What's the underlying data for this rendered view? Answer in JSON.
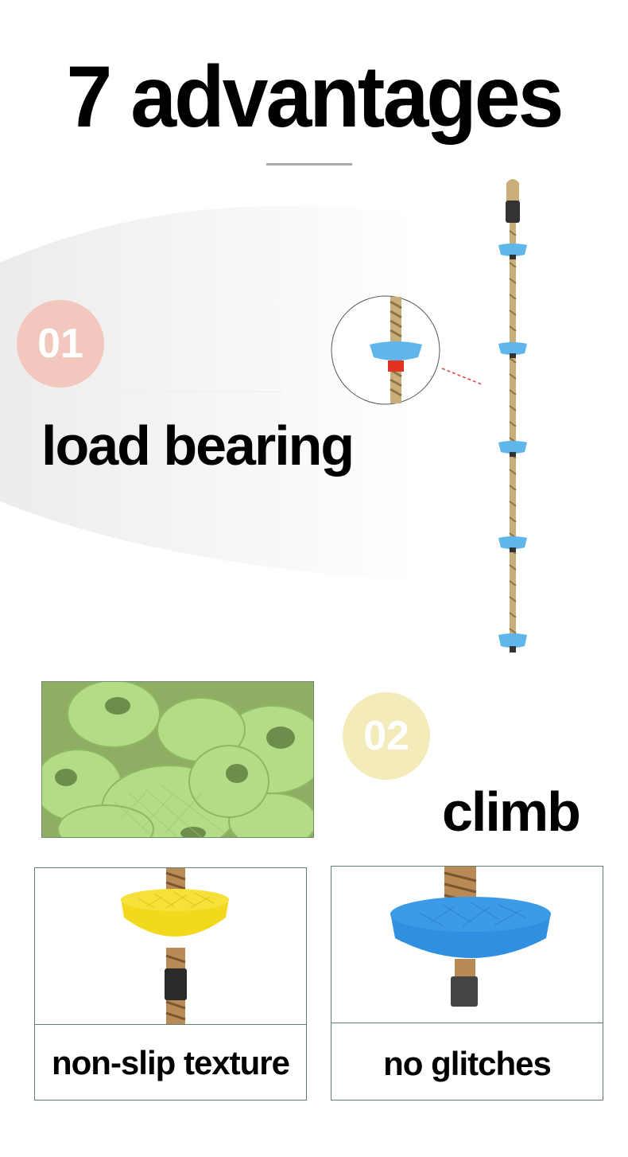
{
  "header": {
    "title": "7 advantages"
  },
  "features": [
    {
      "number": "01",
      "label": "load bearing"
    },
    {
      "number": "02",
      "label": "climb"
    }
  ],
  "panels": [
    {
      "caption": "non-slip texture",
      "disc_color": "#f2d91e"
    },
    {
      "caption": "no glitches",
      "disc_color": "#2f8fe0"
    }
  ],
  "colors": {
    "badge_01": "#f2c7bd",
    "badge_02": "#f3ebba",
    "rope_disc": "#5fb6ea",
    "stepping_stones": "#a9d67a"
  }
}
